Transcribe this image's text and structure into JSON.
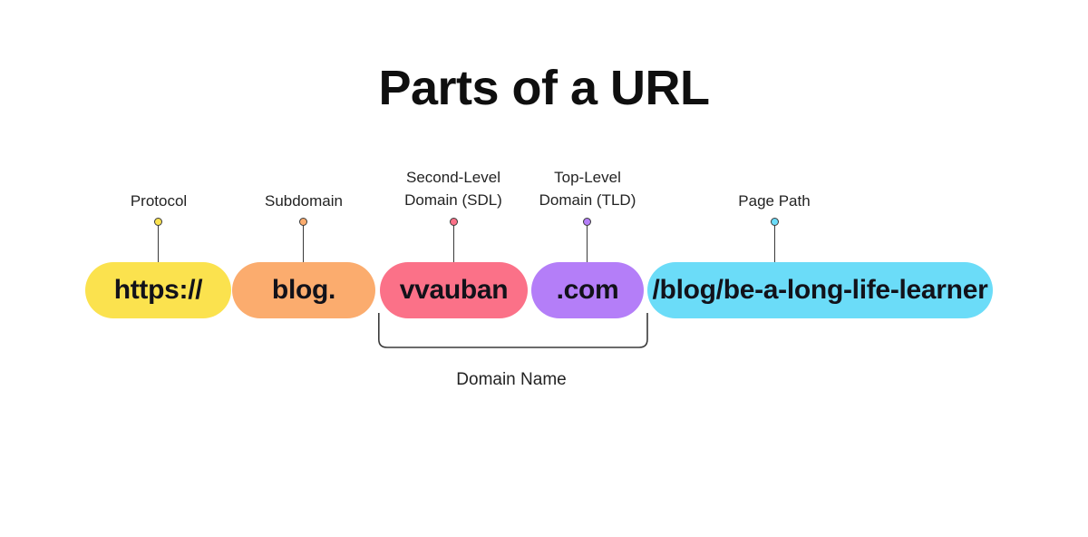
{
  "page": {
    "title": "Parts of a URL",
    "background_color": "#ffffff",
    "text_color": "#232323",
    "line_color": "#3a3a3a"
  },
  "url_parts": [
    {
      "key": "protocol",
      "label": "Protocol",
      "value": "https://",
      "color": "#FBE24E",
      "dot_color": "#FBE24E"
    },
    {
      "key": "subdomain",
      "label": "Subdomain",
      "value": "blog.",
      "color": "#FBAC6E",
      "dot_color": "#FBAC6E"
    },
    {
      "key": "second-level-domain",
      "label": "Second-Level\nDomain (SDL)",
      "value": "vvauban",
      "color": "#FB7188",
      "dot_color": "#FB7188"
    },
    {
      "key": "top-level-domain",
      "label": "Top-Level\nDomain (TLD)",
      "value": ".com",
      "color": "#B47EF8",
      "dot_color": "#B47EF8"
    },
    {
      "key": "page-path",
      "label": "Page Path",
      "value": "/blog/be-a-long-life-learner",
      "color": "#6BDCF8",
      "dot_color": "#6BDCF8"
    }
  ],
  "grouping": {
    "caption": "Domain Name",
    "spans": [
      "second-level-domain",
      "top-level-domain"
    ]
  }
}
